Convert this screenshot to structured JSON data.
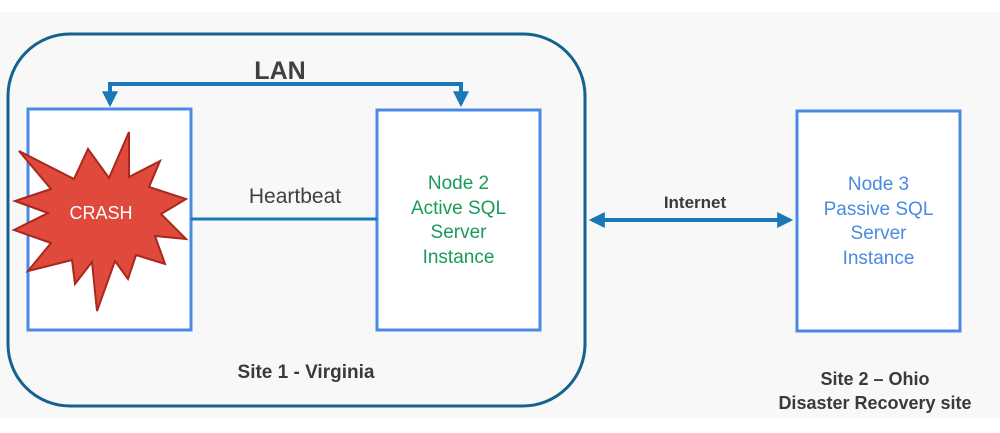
{
  "diagram": {
    "title": "SQL Server failover cluster with disaster recovery site",
    "links": {
      "lan_label": "LAN",
      "heartbeat_label": "Heartbeat",
      "internet_label": "Internet"
    },
    "nodes": [
      {
        "id": "node1",
        "status": "crashed",
        "crash_label": "CRASH"
      },
      {
        "id": "node2",
        "lines": [
          "Node 2",
          "Active SQL",
          "Server",
          "Instance"
        ]
      },
      {
        "id": "node3",
        "lines": [
          "Node 3",
          "Passive SQL",
          "Server",
          "Instance"
        ]
      }
    ],
    "sites": {
      "site1_label": "Site 1 - Virginia",
      "site2_lines": [
        "Site 2 – Ohio",
        "Disaster Recovery site"
      ]
    },
    "colors": {
      "container_stroke": "#15628f",
      "box_border": "#4a8ae6",
      "arrow": "#1a78b8",
      "active_text": "#1a9a5a",
      "passive_text": "#4a8ae0",
      "crash_fill": "#e04a3c",
      "crash_stroke": "#a8281e"
    }
  }
}
